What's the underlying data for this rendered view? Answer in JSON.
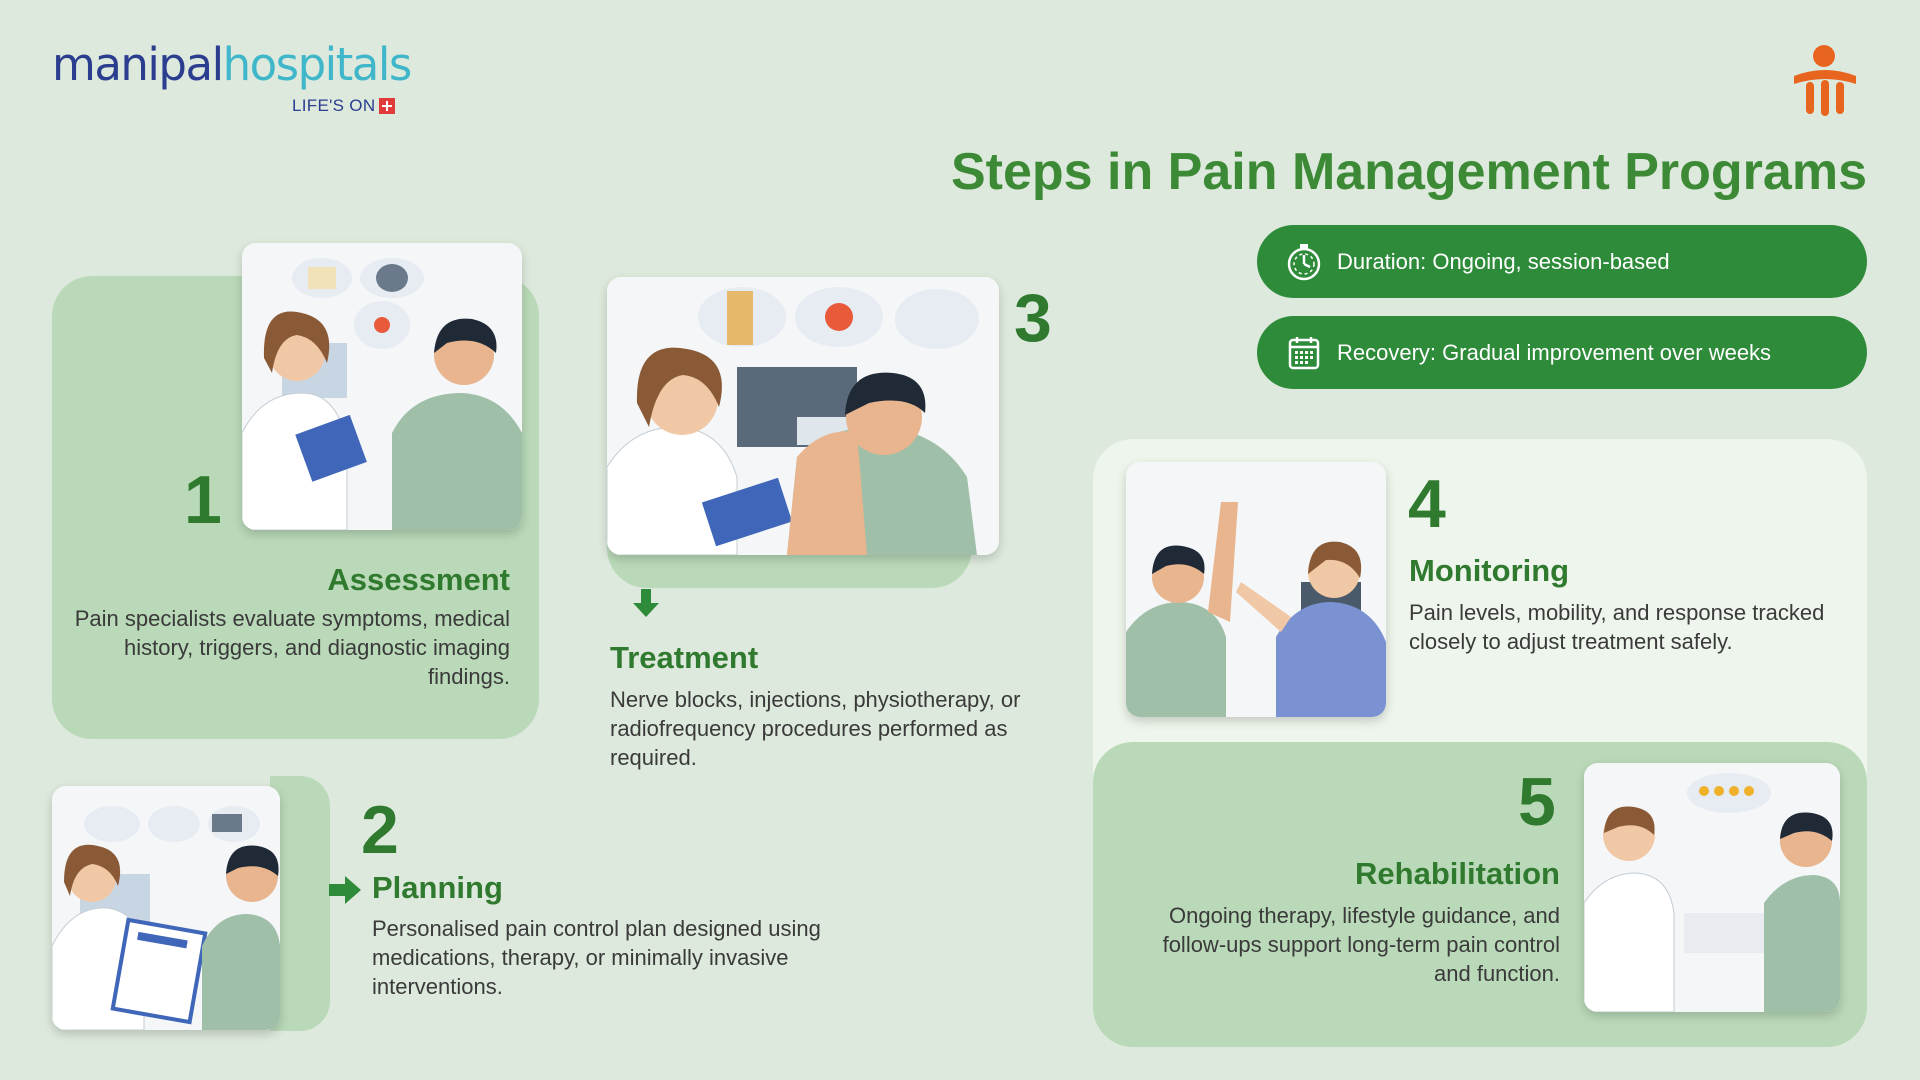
{
  "brand": {
    "name_part1": "manipal",
    "name_part2": "hospitals",
    "tagline": "LIFE'S ON"
  },
  "title": "Steps in Pain Management Programs",
  "info": [
    {
      "icon": "stopwatch-icon",
      "text": "Duration: Ongoing, session-based"
    },
    {
      "icon": "calendar-icon",
      "text": "Recovery: Gradual improvement over weeks"
    }
  ],
  "steps": [
    {
      "number": "1",
      "title": "Assessment",
      "text": "Pain specialists evaluate symptoms, medical history, triggers, and diagnostic imaging findings."
    },
    {
      "number": "2",
      "title": "Planning",
      "text": "Personalised pain control plan designed using medications, therapy, or minimally invasive interventions."
    },
    {
      "number": "3",
      "title": "Treatment",
      "text": "Nerve blocks, injections, physiotherapy, or radiofrequency procedures performed as required."
    },
    {
      "number": "4",
      "title": "Monitoring",
      "text": "Pain levels, mobility, and response tracked closely to adjust treatment safely."
    },
    {
      "number": "5",
      "title": "Rehabilitation",
      "text": "Ongoing therapy, lifestyle guidance, and follow-ups support long-term pain control and function."
    }
  ],
  "colors": {
    "background": "#dde9dc",
    "accent_green": "#2e8b3a",
    "panel_green": "#b9d9b8",
    "heading_green": "#2f7a2e",
    "logo_blue": "#2a3d8f",
    "logo_teal": "#3fb6c9",
    "mark_orange": "#e8651f"
  }
}
